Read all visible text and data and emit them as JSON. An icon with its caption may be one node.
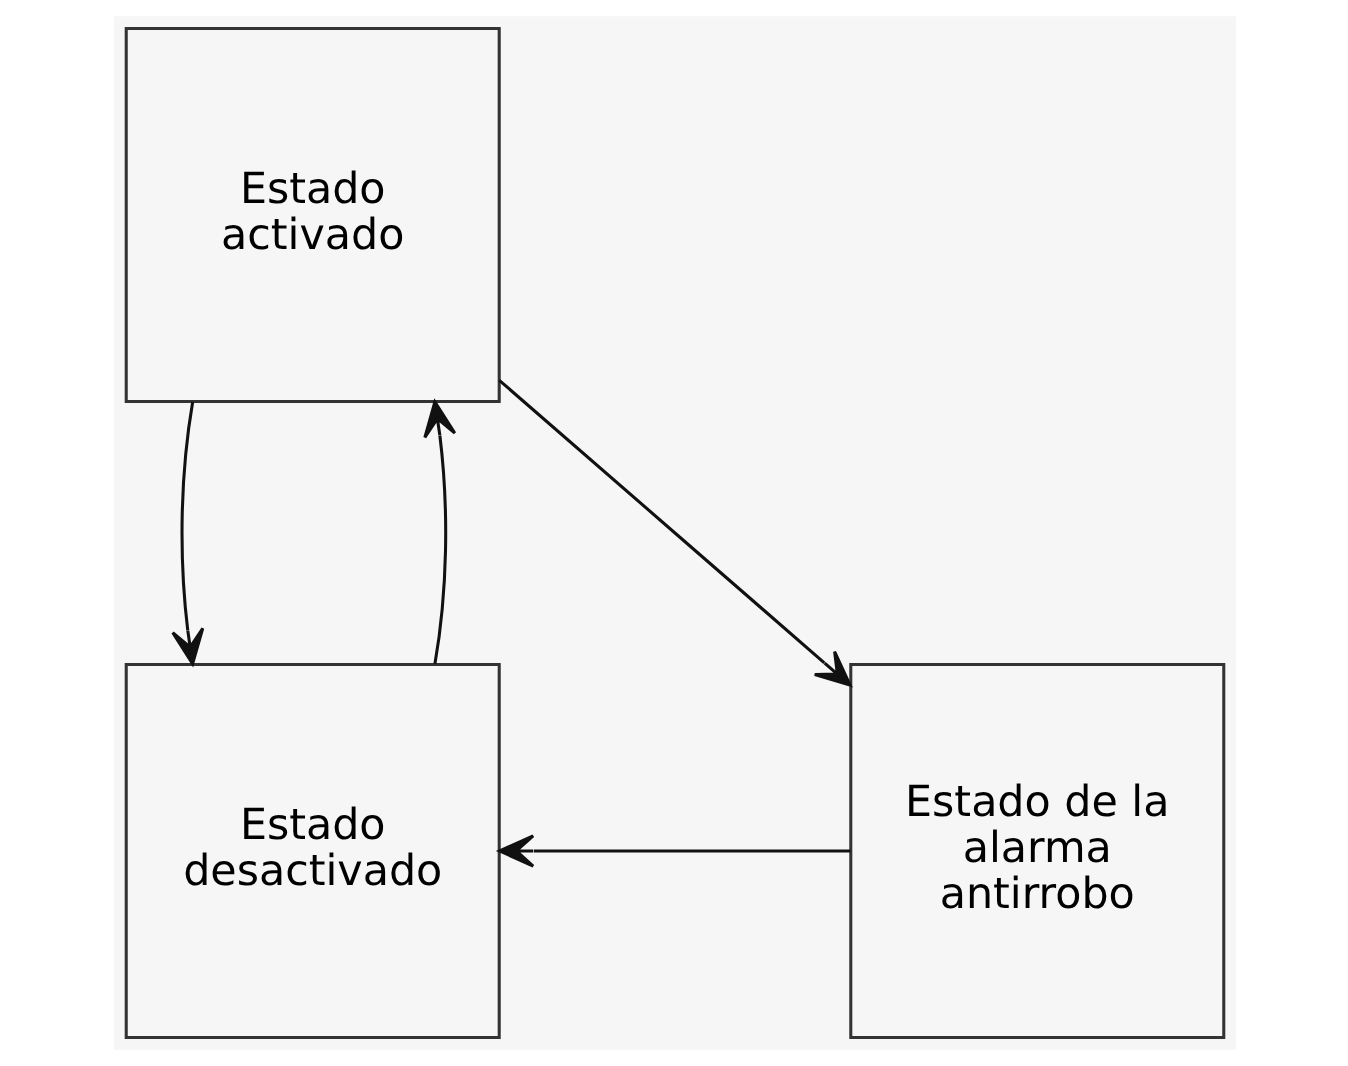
{
  "diagram": {
    "nodes": [
      {
        "text": [
          "Estado activado"
        ]
      },
      {
        "text": [
          "Estado desactivado"
        ]
      },
      {
        "text": [
          "Estado de la alarma antirrobo"
        ]
      }
    ],
    "edges": [
      {
        "from": 1,
        "to": 0,
        "arrow": "to"
      },
      {
        "from": 0,
        "to": 1,
        "arrow": "to"
      },
      {
        "from": 0,
        "to": 2,
        "arrow": "to"
      },
      {
        "from": 2,
        "to": 1,
        "arrow": "to"
      }
    ]
  }
}
